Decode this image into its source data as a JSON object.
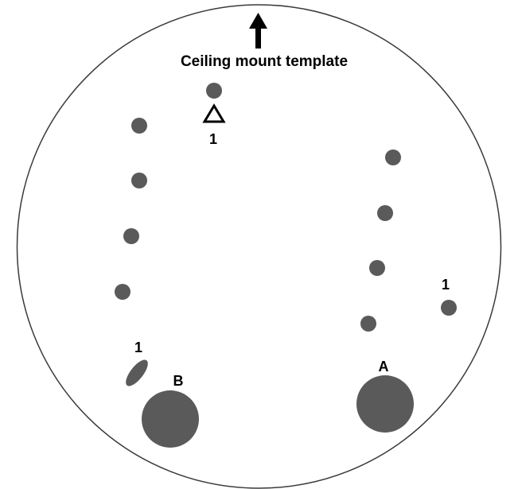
{
  "title": "Ceiling mount template",
  "labels": {
    "hole_a": "A",
    "hole_b": "B",
    "marker_top": "1",
    "marker_right": "1",
    "marker_left": "1"
  },
  "colors": {
    "outline": "#3a3a3a",
    "hole_fill": "#5a5a5a",
    "arrow": "#000000"
  },
  "icons": {
    "direction": "arrow-up-icon",
    "marker": "triangle-outline-icon"
  }
}
